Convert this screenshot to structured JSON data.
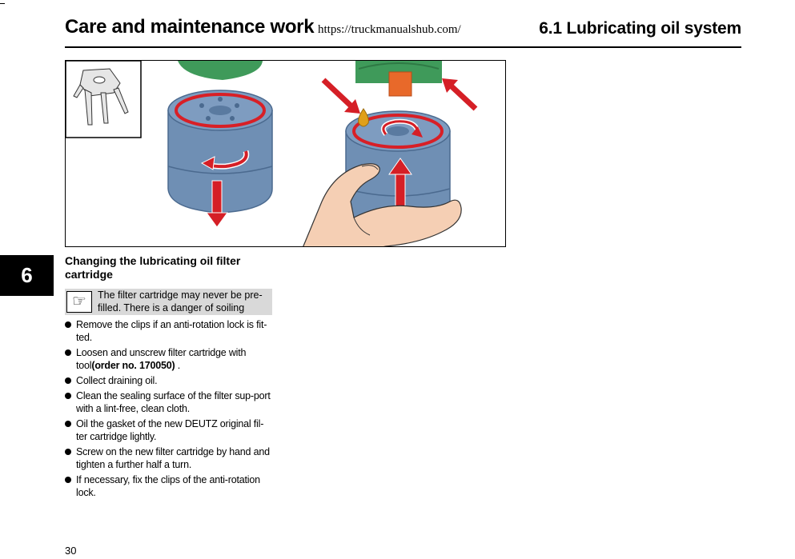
{
  "header": {
    "left_title": "Care and maintenance work",
    "url": "https://truckmanualshub.com/",
    "right_title": "6.1 Lubricating  oil system"
  },
  "chapter_tab": "6",
  "section": {
    "title": "Changing the lubricating  oil filter cartridge"
  },
  "note": {
    "icon": "pointing-hand-icon",
    "text": "The filter cartridge may never be pre-filled. There is a danger of soiling"
  },
  "steps": [
    {
      "text": "Remove the clips if an anti-rotation lock is fit-ted."
    },
    {
      "text_before": "Loosen and unscrew filter cartridge with tool",
      "text_bold": "(order no. 170050)",
      "text_after": " ."
    },
    {
      "text": "Collect draining oil."
    },
    {
      "text": "Clean the sealing surface of the filter sup-port with a lint-free, clean cloth."
    },
    {
      "text": "Oil the gasket of the new DEUTZ original fil-ter cartridge lightly."
    },
    {
      "text": "Screw on the new filter cartridge by hand and tighten a further half a turn."
    },
    {
      "text": "If necessary, fix the clips of the anti-rotation lock."
    }
  ],
  "page_number": "30",
  "colors": {
    "filter_blue": "#6f8fb4",
    "filter_dark": "#4b6a8f",
    "support_green": "#3f9a5a",
    "gasket_red": "#d81f26",
    "arrow_red": "#d51f26",
    "nipple_orange": "#e8692a",
    "hand_skin": "#f5cfb4",
    "note_grey": "#d9d9d9"
  }
}
